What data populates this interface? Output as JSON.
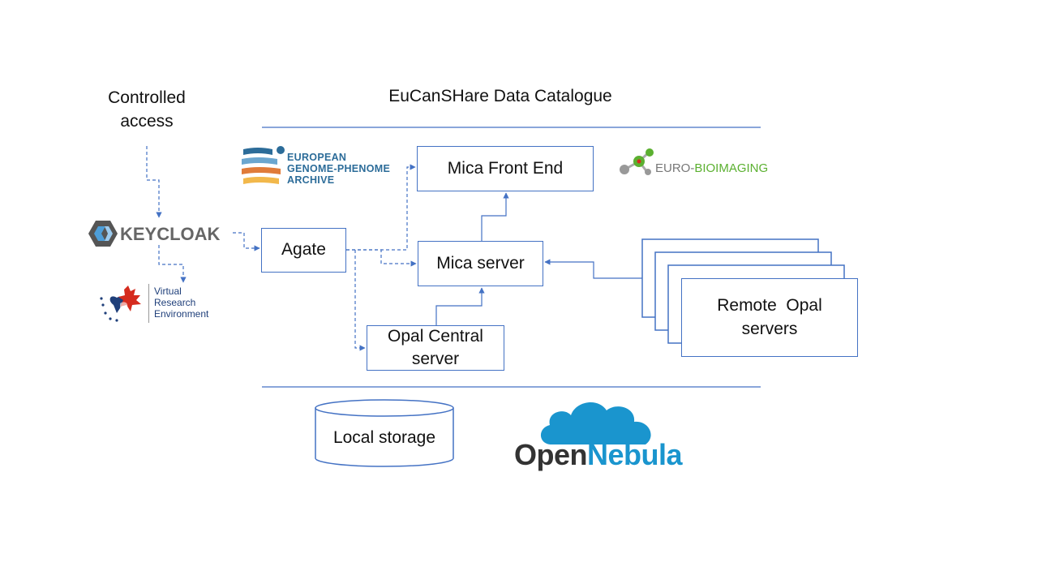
{
  "title": "EuCanSHare Data Catalogue",
  "controlled_access": {
    "line1": "Controlled",
    "line2": "access"
  },
  "nodes": {
    "mica_front_end": "Mica Front End",
    "agate": "Agate",
    "mica_server": "Mica server",
    "opal_central": {
      "line1": "Opal Central",
      "line2": "server"
    },
    "remote_opal": {
      "line1": "Remote  Opal",
      "line2": "servers"
    },
    "local_storage": "Local storage"
  },
  "logos": {
    "ega": {
      "line1": "EUROPEAN",
      "line2": "GENOME-PHENOME",
      "line3": "ARCHIVE",
      "icon": "ega-logo-icon"
    },
    "euro_bioimaging": {
      "part1": "EURO-",
      "part2": "BIOIMAGING",
      "icon": "molecule-icon"
    },
    "keycloak": {
      "text": "KEYCLOAK",
      "icon": "keycloak-hexagon-icon"
    },
    "vre": {
      "line1": "Virtual",
      "line2": "Research",
      "line3": "Environment",
      "icon": "heart-maple-leaf-icon"
    },
    "opennebula": {
      "part1": "Open",
      "part2": "Nebula",
      "icon": "cloud-icon"
    }
  },
  "colors": {
    "line": "#4472C4",
    "ega_blue": "#2C6C99",
    "bioimaging_green": "#5BB030",
    "opennebula_blue": "#1A95CE",
    "opennebula_dark": "#333333",
    "vre_red": "#D52B1E",
    "vre_navy": "#1F3F7A"
  }
}
